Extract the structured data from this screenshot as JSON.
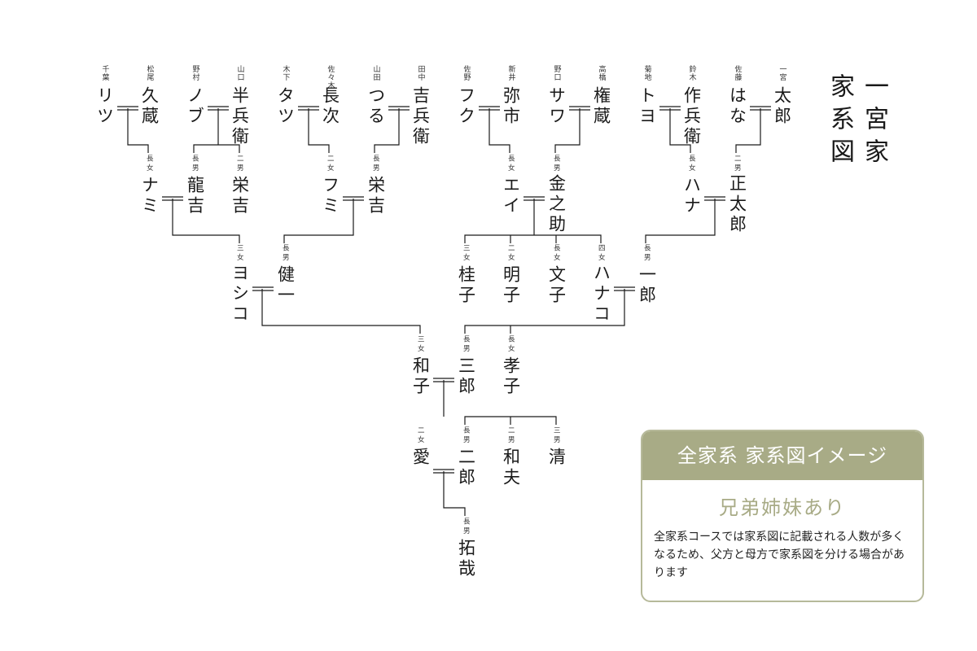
{
  "title": {
    "line1": "一宮家",
    "line2": "家系図"
  },
  "info_box": {
    "heading": "全家系 家系図イメージ",
    "subheading": "兄弟姉妹あり",
    "body": "全家系コースでは家系図に記載される人数が多くなるため、父方と母方で家系図を分ける場合があります"
  },
  "people": [
    {
      "id": "ritsu",
      "surname": "千葉",
      "relation": "",
      "name": "リツ"
    },
    {
      "id": "kyuzo",
      "surname": "松尾",
      "relation": "",
      "name": "久蔵"
    },
    {
      "id": "nobu",
      "surname": "野村",
      "relation": "",
      "name": "ノブ"
    },
    {
      "id": "hanbee",
      "surname": "山口",
      "relation": "",
      "name": "半兵衛"
    },
    {
      "id": "tatsu",
      "surname": "木下",
      "relation": "",
      "name": "タツ"
    },
    {
      "id": "choji",
      "surname": "佐々木",
      "relation": "",
      "name": "長次"
    },
    {
      "id": "tsuru",
      "surname": "山田",
      "relation": "",
      "name": "つる"
    },
    {
      "id": "kichibee",
      "surname": "田中",
      "relation": "",
      "name": "吉兵衛"
    },
    {
      "id": "fuku",
      "surname": "佐野",
      "relation": "",
      "name": "フク"
    },
    {
      "id": "yaichi",
      "surname": "新井",
      "relation": "",
      "name": "弥市"
    },
    {
      "id": "sawa",
      "surname": "野口",
      "relation": "",
      "name": "サワ"
    },
    {
      "id": "gonzo",
      "surname": "高橋",
      "relation": "",
      "name": "権蔵"
    },
    {
      "id": "toyo",
      "surname": "菊地",
      "relation": "",
      "name": "トヨ"
    },
    {
      "id": "sakubee",
      "surname": "鈴木",
      "relation": "",
      "name": "作兵衛"
    },
    {
      "id": "hana1",
      "surname": "佐藤",
      "relation": "",
      "name": "はな"
    },
    {
      "id": "taro",
      "surname": "一宮",
      "relation": "",
      "name": "太郎"
    },
    {
      "id": "nami",
      "surname": "",
      "relation": "長女",
      "name": "ナミ"
    },
    {
      "id": "ryukichi",
      "surname": "",
      "relation": "長男",
      "name": "龍吉"
    },
    {
      "id": "eikichi1",
      "surname": "",
      "relation": "二男",
      "name": "栄吉"
    },
    {
      "id": "fumi",
      "surname": "",
      "relation": "二女",
      "name": "フミ"
    },
    {
      "id": "eikichi2",
      "surname": "",
      "relation": "長男",
      "name": "栄吉"
    },
    {
      "id": "ei",
      "surname": "",
      "relation": "長女",
      "name": "エイ"
    },
    {
      "id": "kinnosuke",
      "surname": "",
      "relation": "長男",
      "name": "金之助"
    },
    {
      "id": "hana2",
      "surname": "",
      "relation": "長女",
      "name": "ハナ"
    },
    {
      "id": "shotaro",
      "surname": "",
      "relation": "二男",
      "name": "正太郎"
    },
    {
      "id": "yoshiko",
      "surname": "",
      "relation": "三女",
      "name": "ヨシコ"
    },
    {
      "id": "kenichi",
      "surname": "",
      "relation": "長男",
      "name": "健一"
    },
    {
      "id": "keiko",
      "surname": "",
      "relation": "三女",
      "name": "桂子"
    },
    {
      "id": "akiko",
      "surname": "",
      "relation": "二女",
      "name": "明子"
    },
    {
      "id": "fumiko",
      "surname": "",
      "relation": "長女",
      "name": "文子"
    },
    {
      "id": "hanako",
      "surname": "",
      "relation": "四女",
      "name": "ハナコ"
    },
    {
      "id": "ichiro",
      "surname": "",
      "relation": "長男",
      "name": "一郎"
    },
    {
      "id": "kazuko",
      "surname": "",
      "relation": "三女",
      "name": "和子"
    },
    {
      "id": "saburo",
      "surname": "",
      "relation": "長男",
      "name": "三郎"
    },
    {
      "id": "takako",
      "surname": "",
      "relation": "長女",
      "name": "孝子"
    },
    {
      "id": "ai",
      "surname": "",
      "relation": "二女",
      "name": "愛"
    },
    {
      "id": "jiro",
      "surname": "",
      "relation": "長男",
      "name": "二郎"
    },
    {
      "id": "kazuo",
      "surname": "",
      "relation": "二男",
      "name": "和夫"
    },
    {
      "id": "kiyoshi",
      "surname": "",
      "relation": "三男",
      "name": "清"
    },
    {
      "id": "takuya",
      "surname": "",
      "relation": "長男",
      "name": "拓哉"
    }
  ]
}
